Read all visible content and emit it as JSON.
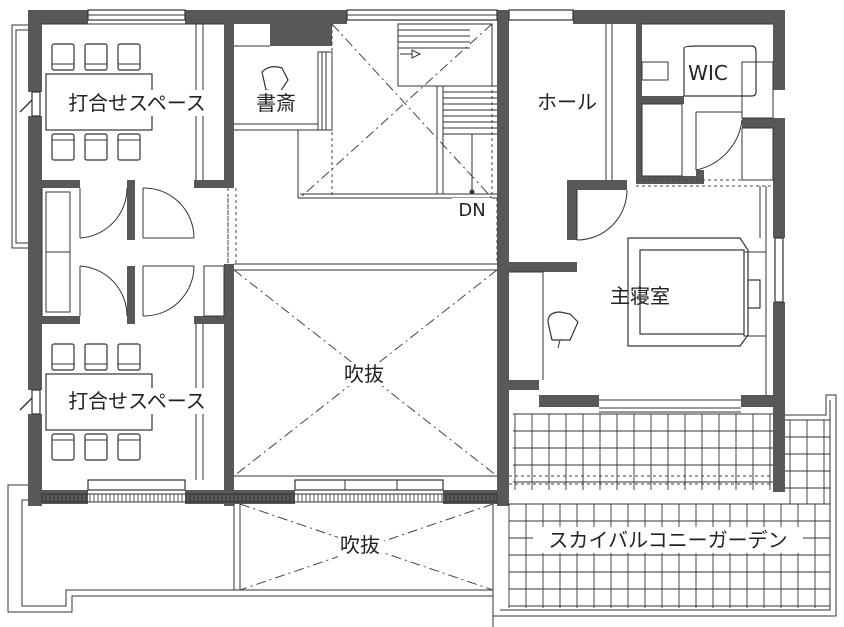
{
  "rooms": {
    "meeting_space_top": "打合せスペース",
    "meeting_space_bottom": "打合せスペース",
    "study": "書斎",
    "hall": "ホール",
    "walk_in_closet": "WIC",
    "master_bedroom": "主寝室",
    "void_center": "吹抜",
    "void_bottom": "吹抜",
    "sky_balcony_garden": "スカイバルコニーガーデン",
    "stair_down": "DN"
  },
  "colors": {
    "wall": "#58585a",
    "line": "#333333",
    "background": "#ffffff"
  }
}
